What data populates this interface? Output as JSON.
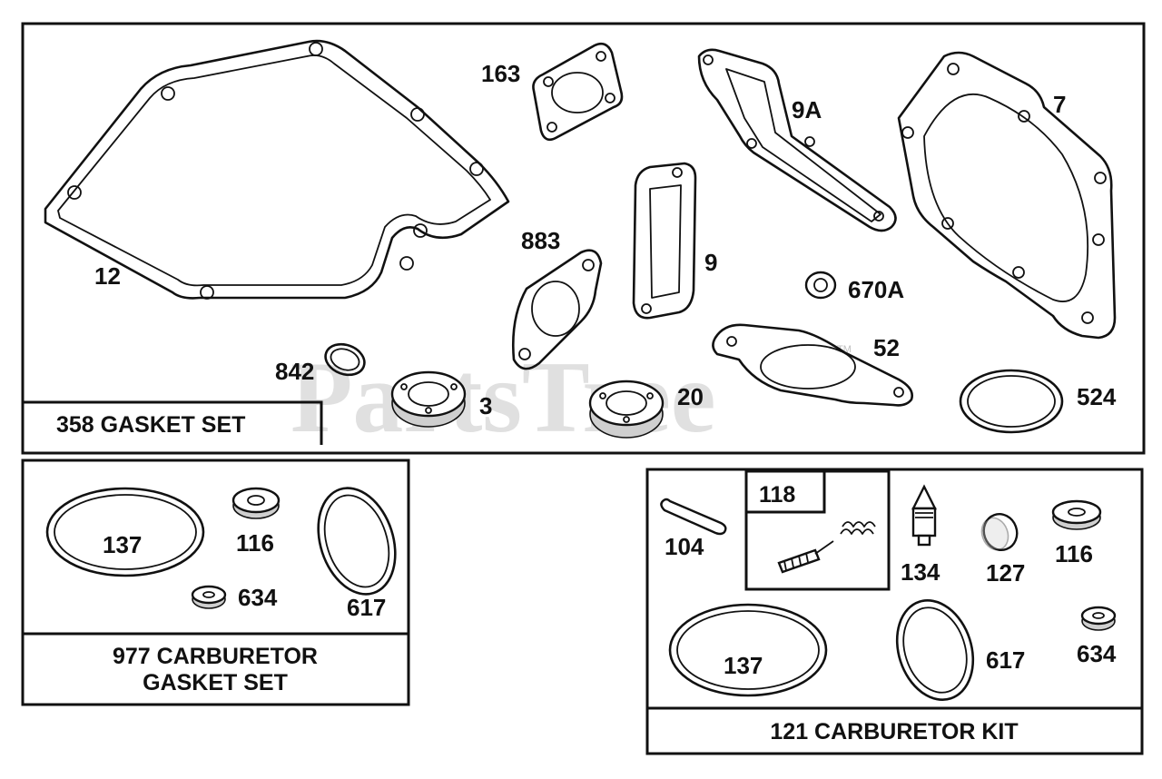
{
  "watermark": "PartsTree",
  "trademark": "TM",
  "colors": {
    "ink": "#111111",
    "background": "#ffffff",
    "watermark": "#c8c8c8"
  },
  "sections": {
    "gasket_set": {
      "title": "358 GASKET SET",
      "parts": {
        "p12": "12",
        "p163": "163",
        "p9A": "9A",
        "p7": "7",
        "p883": "883",
        "p9": "9",
        "p670A": "670A",
        "p52": "52",
        "p842": "842",
        "p3": "3",
        "p20": "20",
        "p524": "524"
      }
    },
    "carb_gasket_set": {
      "title_line1": "977 CARBURETOR",
      "title_line2": "GASKET SET",
      "parts": {
        "p137": "137",
        "p116": "116",
        "p634": "634",
        "p617": "617"
      }
    },
    "carb_kit": {
      "title": "121 CARBURETOR KIT",
      "sub_box": "118",
      "parts": {
        "p104": "104",
        "p134": "134",
        "p127": "127",
        "p116": "116",
        "p137": "137",
        "p617": "617",
        "p634": "634"
      }
    }
  }
}
